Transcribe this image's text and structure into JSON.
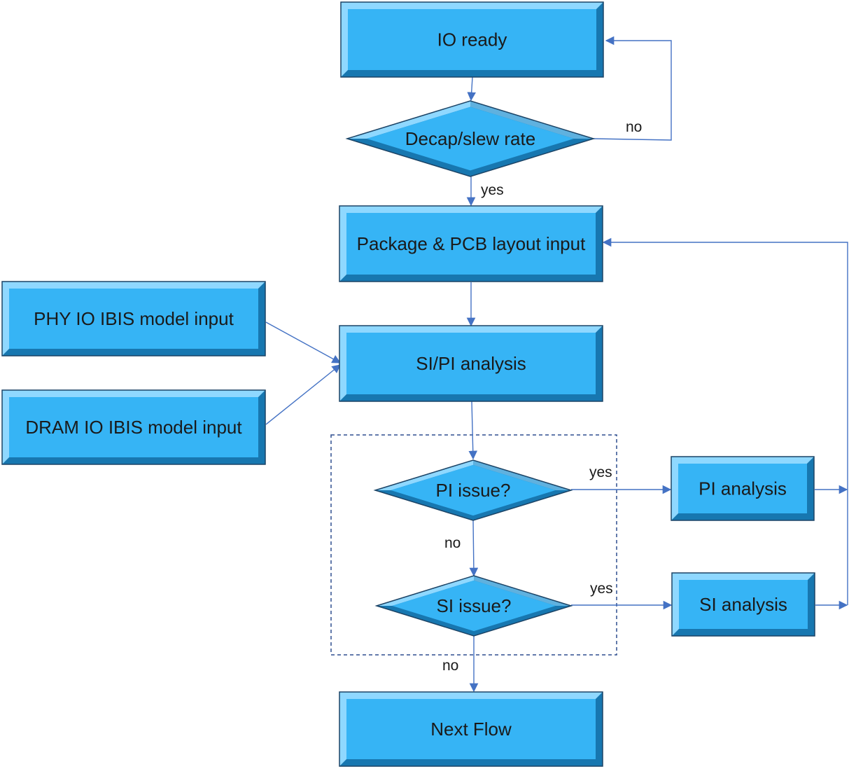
{
  "nodes": {
    "io_ready": "IO ready",
    "decap_slew_rate": "Decap/slew rate",
    "package_pcb_layout_input": "Package & PCB layout input",
    "phy_io_ibis_model_input": "PHY IO IBIS model input",
    "dram_io_ibis_model_input": "DRAM IO IBIS model input",
    "si_pi_analysis": "SI/PI analysis",
    "pi_issue": "PI issue?",
    "si_issue": "SI issue?",
    "pi_analysis": "PI analysis",
    "si_analysis": "SI analysis",
    "next_flow": "Next Flow"
  },
  "edge_labels": {
    "decap_no": "no",
    "decap_yes": "yes",
    "pi_issue_yes": "yes",
    "pi_issue_no": "no",
    "si_issue_yes": "yes",
    "si_issue_no": "no"
  },
  "colors": {
    "box_fill": "#36b4f5",
    "box_highlight": "#8fd8ff",
    "box_shadow": "#1777b0",
    "box_border": "#1c4466",
    "arrow": "#4472c4",
    "dashed_frame": "#2f4f8f"
  }
}
